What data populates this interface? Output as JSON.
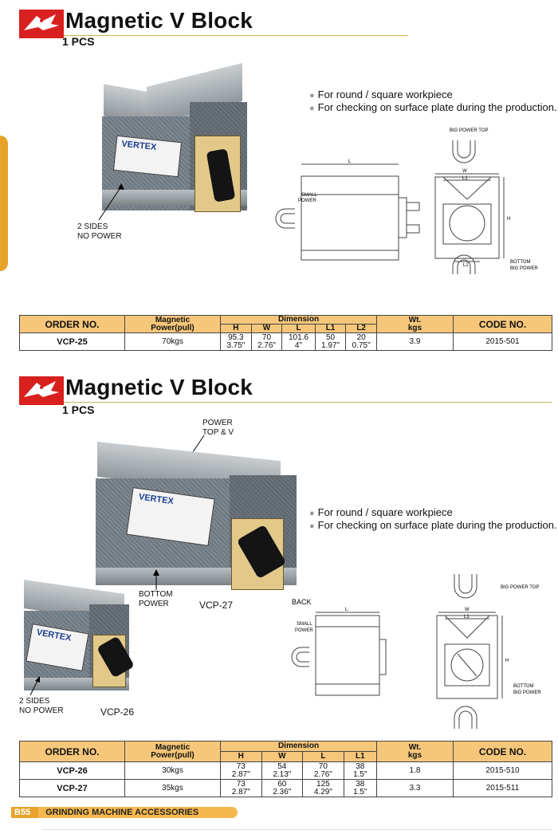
{
  "section1": {
    "title": "Magnetic V Block",
    "pcs": "1 PCS",
    "bullets": [
      "For round / square workpiece",
      "For checking on surface plate during the production."
    ],
    "callout_sides": [
      "2 SIDES",
      "NO POWER"
    ],
    "brand": "VERTEX",
    "drawing_labels": {
      "big_power_top": "BIG POWER TOP",
      "small": "SMALL",
      "power": "POWER",
      "bottom": "BOTTOM",
      "big_power": "BIG POWER",
      "L": "L",
      "W": "W",
      "L1": "L1",
      "L2": "L2",
      "H": "H"
    },
    "table": {
      "headers": {
        "order_no": "ORDER NO.",
        "magnetic_power": [
          "Magnetic",
          "Power(pull)"
        ],
        "dimension": "Dimension",
        "dims": [
          "H",
          "W",
          "L",
          "L1",
          "L2"
        ],
        "wt": [
          "Wt.",
          "kgs"
        ],
        "code_no": "CODE NO."
      },
      "rows": [
        {
          "order_no": "VCP-25",
          "power": "70kgs",
          "dims": [
            [
              "95.3",
              "3.75\""
            ],
            [
              "70",
              "2.76\""
            ],
            [
              "101.6",
              "4\""
            ],
            [
              "50",
              "1.97\""
            ],
            [
              "20",
              "0.75\""
            ]
          ],
          "wt": "3.9",
          "code": "2015-501"
        }
      ]
    }
  },
  "section2": {
    "title": "Magnetic V Block",
    "pcs": "1 PCS",
    "bullets": [
      "For round / square workpiece",
      "For checking on surface plate during the production."
    ],
    "callout_power_top": [
      "POWER",
      "TOP & V"
    ],
    "callout_bottom": [
      "BOTTOM",
      "POWER"
    ],
    "callout_sides": [
      "2 SIDES",
      "NO POWER"
    ],
    "model_large": "VCP-27",
    "model_small": "VCP-26",
    "brand": "VERTEX",
    "drawing_labels": {
      "back": "BACK",
      "big_power_top": "BIG POWER TOP",
      "small": "SMALL",
      "power": "POWER",
      "bottom": "BOTTOM",
      "big_power": "BIG POWER",
      "L": "L",
      "W": "W",
      "L1": "L1",
      "H": "H"
    },
    "table": {
      "headers": {
        "order_no": "ORDER NO.",
        "magnetic_power": [
          "Magnetic",
          "Power(pull)"
        ],
        "dimension": "Dimension",
        "dims": [
          "H",
          "W",
          "L",
          "L1"
        ],
        "wt": [
          "Wt.",
          "kgs"
        ],
        "code_no": "CODE NO."
      },
      "rows": [
        {
          "order_no": "VCP-26",
          "power": "30kgs",
          "dims": [
            [
              "73",
              "2.87\""
            ],
            [
              "54",
              "2.13\""
            ],
            [
              "70",
              "2.76\""
            ],
            [
              "38",
              "1.5\""
            ]
          ],
          "wt": "1.8",
          "code": "2015-510"
        },
        {
          "order_no": "VCP-27",
          "power": "35kgs",
          "dims": [
            [
              "73",
              "2.87\""
            ],
            [
              "60",
              "2.36\""
            ],
            [
              "125",
              "4.29\""
            ],
            [
              "38",
              "1.5\""
            ]
          ],
          "wt": "3.3",
          "code": "2015-511"
        }
      ]
    }
  },
  "footer": {
    "page": "B55",
    "section": "GRINDING MACHINE ACCESSORIES"
  },
  "colors": {
    "logo_red": "#d8201f",
    "table_header": "#f6c77a",
    "footer_orange": "#f6b84e"
  }
}
